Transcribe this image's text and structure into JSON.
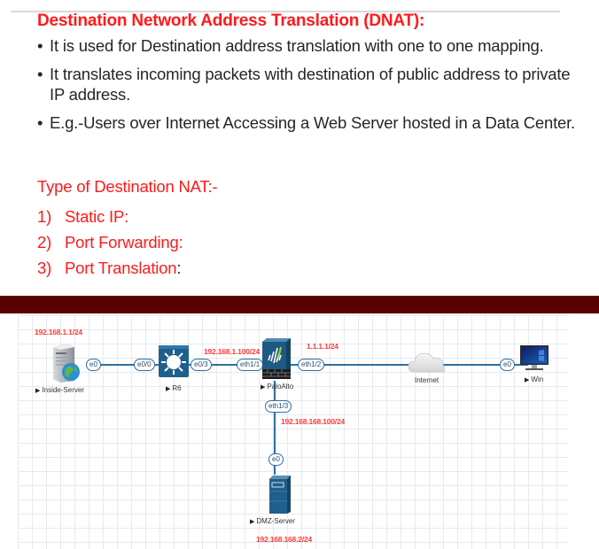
{
  "slide": {
    "title": "Destination Network Address Translation (DNAT):",
    "bullet_glyph": "•",
    "bullets": [
      "It is used for Destination address translation with one to one mapping.",
      "It translates incoming packets with destination of public address to private IP address.",
      "E.g.-Users over Internet Accessing a Web Server hosted in a Data Center."
    ],
    "subheading": "Type of Destination NAT:-",
    "types": [
      {
        "num": "1)",
        "label": "Static IP",
        "colon": ":"
      },
      {
        "num": "2)",
        "label": "Port Forwarding",
        "colon": ":"
      },
      {
        "num": "3)",
        "label": "Port Translation",
        "colon": ":"
      }
    ],
    "colors": {
      "accent_red": "#ff1a1a",
      "band": "#5a0000",
      "link": "#2e6fa5"
    }
  },
  "diagram": {
    "nodes": {
      "inside_server": {
        "label": "Inside-Server",
        "ip": "192.168.1.1/24",
        "icon": "server-globe-icon"
      },
      "r6": {
        "label": "R6",
        "icon": "router-icon"
      },
      "paloalto": {
        "label": "PaloAlto",
        "ip_inside": "192.168.1.100/24",
        "ip_outside": "1.1.1.1/24",
        "ip_dmz": "192.168.168.100/24",
        "icon": "firewall-icon"
      },
      "internet": {
        "label": "Internet",
        "icon": "cloud-icon"
      },
      "win": {
        "label": "Win",
        "icon": "monitor-icon"
      },
      "dmz_server": {
        "label": "DMZ-Server",
        "ip": "192.168.168.2/24",
        "icon": "server-icon"
      }
    },
    "ports": {
      "inside_e0": "e0",
      "r6_e00": "e0/0",
      "r6_e03": "e0/3",
      "pa_eth11": "eth1/1",
      "pa_eth12": "eth1/2",
      "pa_eth13": "eth1/3",
      "dmz_e0": "e0",
      "win_e0": "e0"
    },
    "run_glyph": "▶"
  }
}
